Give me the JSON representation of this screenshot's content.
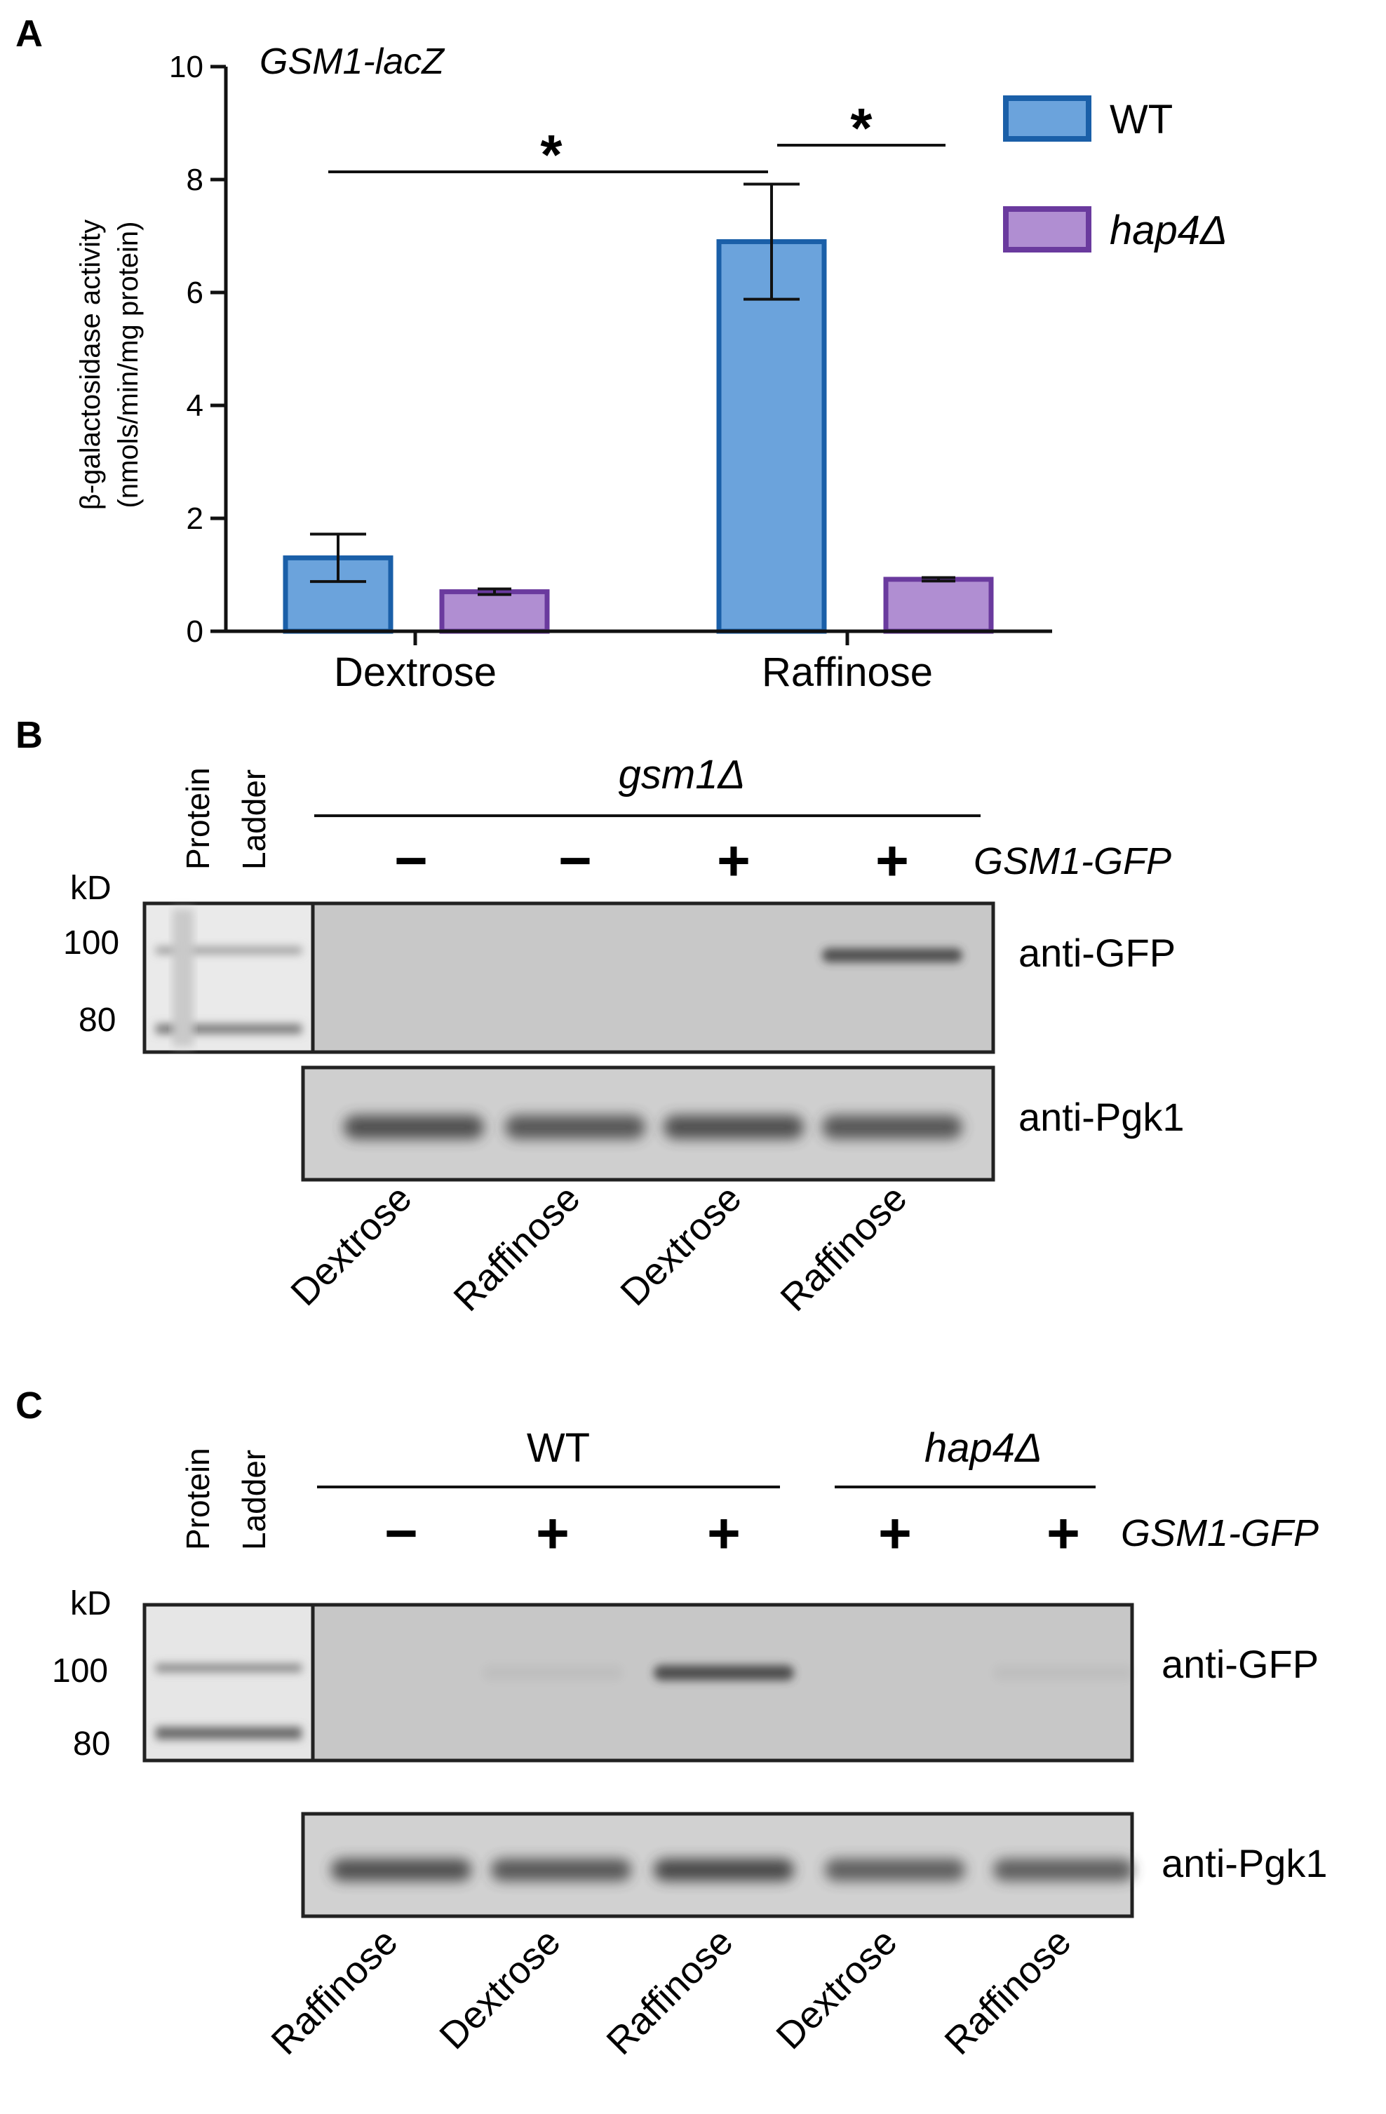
{
  "panels": {
    "a": "A",
    "b": "B",
    "c": "C"
  },
  "chart_data": {
    "type": "bar",
    "title": "GSM1-lacZ",
    "ylabel_line1": "β-galactosidase activity",
    "ylabel_line2": "(nmols/min/mg protein)",
    "xlabel": "",
    "ylim": [
      0,
      10
    ],
    "yticks": [
      0,
      2,
      4,
      6,
      8,
      10
    ],
    "categories": [
      "Dextrose",
      "Raffinose"
    ],
    "series": [
      {
        "name": "WT",
        "values": [
          1.3,
          6.9
        ],
        "errors": [
          0.42,
          1.02
        ],
        "fill": "#6ba3dc",
        "stroke": "#1a5fa8"
      },
      {
        "name": "hap4Δ",
        "values": [
          0.7,
          0.92
        ],
        "errors": [
          0.05,
          0.03
        ],
        "fill": "#b08ed2",
        "stroke": "#6a3a9e"
      }
    ],
    "significance": [
      {
        "label": "*",
        "from": "Dextrose WT",
        "to": "Raffinose WT"
      },
      {
        "label": "*",
        "from": "Raffinose WT",
        "to": "Raffinose hap4Δ"
      }
    ],
    "legend_position": "top-right"
  },
  "blot_b": {
    "ladder": [
      "Protein",
      "Ladder"
    ],
    "kd_label": "kD",
    "markers": [
      "100",
      "80"
    ],
    "strain": "gsm1Δ",
    "construct": "GSM1-GFP",
    "signs": [
      "−",
      "−",
      "+",
      "+"
    ],
    "blots": [
      "anti-GFP",
      "anti-Pgk1"
    ],
    "lanes": [
      "Dextrose",
      "Raffinose",
      "Dextrose",
      "Raffinose"
    ],
    "band_intensity_gfp": [
      0,
      0,
      0,
      0.85
    ]
  },
  "blot_c": {
    "ladder": [
      "Protein",
      "Ladder"
    ],
    "kd_label": "kD",
    "markers": [
      "100",
      "80"
    ],
    "strains": [
      "WT",
      "hap4Δ"
    ],
    "construct": "GSM1-GFP",
    "signs": [
      "−",
      "+",
      "+",
      "+",
      "+"
    ],
    "blots": [
      "anti-GFP",
      "anti-Pgk1"
    ],
    "lanes": [
      "Raffinose",
      "Dextrose",
      "Raffinose",
      "Dextrose",
      "Raffinose"
    ],
    "band_intensity_gfp": [
      0,
      0.05,
      0.85,
      0,
      0.05
    ]
  },
  "colors": {
    "wt_fill": "#6ba3dc",
    "wt_stroke": "#1a5fa8",
    "hap4_fill": "#b08ed2",
    "hap4_stroke": "#6a3a9e",
    "blot_bg": "#c7c7c7",
    "band": "#3a3a3a"
  }
}
